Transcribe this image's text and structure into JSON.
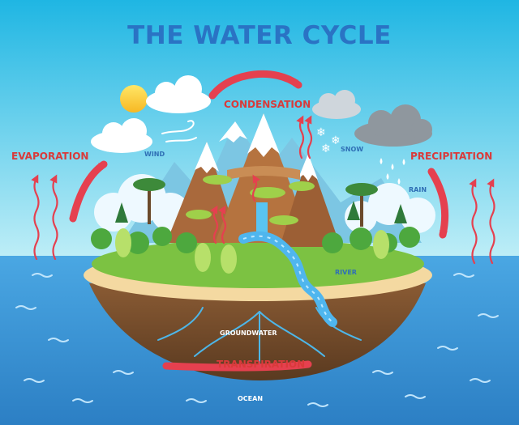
{
  "title": "THE WATER CYCLE",
  "labels": {
    "condensation": "CONDENSATION",
    "evaporation": "EVAPORATION",
    "precipitation": "PRECIPITATION",
    "wind": "WIND",
    "snow": "SNOW",
    "rain": "RAIN",
    "river": "RIVER",
    "groundwater": "GROUNDWATER",
    "transpiration": "TRANSPIRATION",
    "ocean": "OCEAN"
  },
  "colors": {
    "sky_top": "#1fb6e3",
    "sky_bottom": "#bfeef7",
    "ocean": "#3a96d8",
    "title": "#2a73c4",
    "label_red": "#d93a3a",
    "label_blue": "#2f6fb5",
    "arrow": "#e5404f",
    "grass": "#7cc242",
    "soil": "#7a5230",
    "mountain": "#a9693c"
  },
  "icons": [
    "sun-icon",
    "wind-icon",
    "snowflake-icon",
    "raindrop-icon",
    "cloud-icon"
  ]
}
